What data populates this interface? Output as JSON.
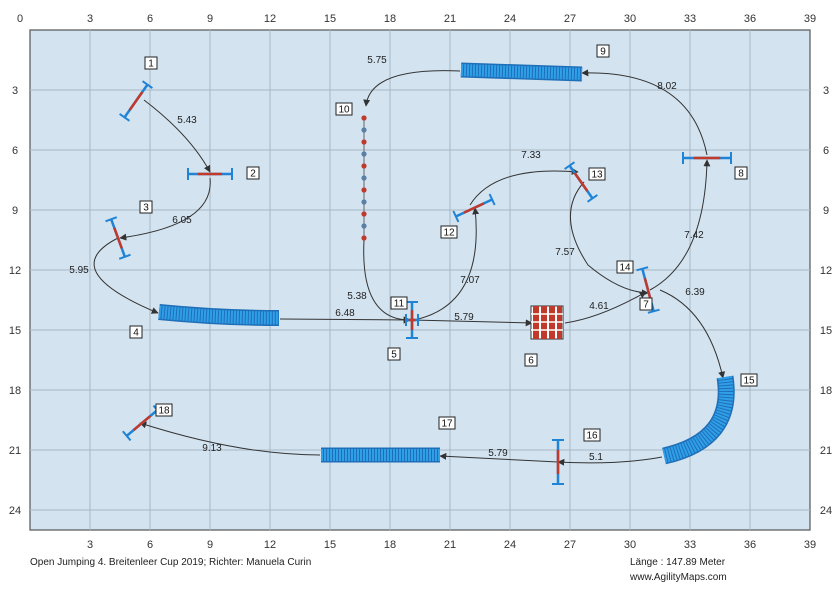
{
  "axis": {
    "x_ticks": [
      "0",
      "3",
      "6",
      "9",
      "12",
      "15",
      "18",
      "21",
      "24",
      "27",
      "30",
      "33",
      "36",
      "39"
    ],
    "x_ticks_bottom": [
      "3",
      "6",
      "9",
      "12",
      "15",
      "18",
      "21",
      "24",
      "27",
      "30",
      "33",
      "36",
      "39"
    ],
    "y_ticks": [
      "3",
      "6",
      "9",
      "12",
      "15",
      "18",
      "21",
      "24"
    ]
  },
  "course": {
    "path": [
      [
        16.8,
        13.6
      ],
      [
        16.8,
        11
      ],
      [
        16.8,
        8
      ],
      [
        16.8,
        4
      ],
      [
        16.8,
        3.2
      ]
    ],
    "obstacles": [
      {
        "number": "1",
        "type": "jump"
      },
      {
        "number": "2",
        "type": "jump"
      },
      {
        "number": "3",
        "type": "jump"
      },
      {
        "number": "4",
        "type": "tunnel"
      },
      {
        "number": "5",
        "type": "jump"
      },
      {
        "number": "6",
        "type": "wall"
      },
      {
        "number": "7",
        "type": "jump"
      },
      {
        "number": "8",
        "type": "jump"
      },
      {
        "number": "9",
        "type": "tunnel"
      },
      {
        "number": "10",
        "type": "weave-poles"
      },
      {
        "number": "11",
        "type": "jump"
      },
      {
        "number": "12",
        "type": "jump"
      },
      {
        "number": "13",
        "type": "jump"
      },
      {
        "number": "14",
        "type": "jump"
      },
      {
        "number": "15",
        "type": "tunnel"
      },
      {
        "number": "16",
        "type": "jump"
      },
      {
        "number": "17",
        "type": "tunnel"
      },
      {
        "number": "18",
        "type": "jump"
      }
    ],
    "segments": [
      "5.43",
      "6.05",
      "5.95",
      "6.48",
      "5.79",
      "4.61",
      "6.39",
      "7.42",
      "8.02",
      "5.75",
      "5.38",
      "7.07",
      "7.33",
      "7.57",
      "5.1",
      "5.79",
      "9.13"
    ],
    "colors": {
      "field": "#d3e3f0",
      "tunnel": "#2f9fe8",
      "jump_bar": "#c0392b",
      "pole": "#1f84d6",
      "path": "#333333"
    }
  },
  "footer": {
    "title": "Open Jumping 4. Breitenleer Cup 2019; Richter: Manuela Curin",
    "length": "Länge : 147.89 Meter",
    "site": "www.AgilityMaps.com"
  }
}
